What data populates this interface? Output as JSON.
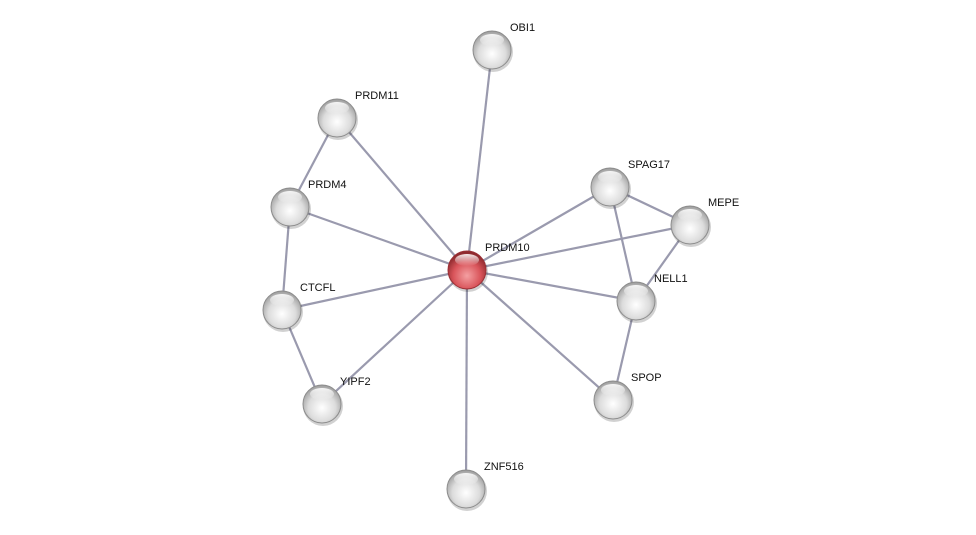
{
  "network": {
    "query_node": "PRDM10",
    "colors": {
      "query": "#d9545a",
      "neighbor": "#d8d8d8",
      "edge": "#9a9aae"
    },
    "nodes": [
      {
        "id": "PRDM10",
        "label": "PRDM10"
      },
      {
        "id": "OBI1",
        "label": "OBI1"
      },
      {
        "id": "PRDM11",
        "label": "PRDM11"
      },
      {
        "id": "PRDM4",
        "label": "PRDM4"
      },
      {
        "id": "CTCFL",
        "label": "CTCFL"
      },
      {
        "id": "YIPF2",
        "label": "YIPF2"
      },
      {
        "id": "ZNF516",
        "label": "ZNF516"
      },
      {
        "id": "SPOP",
        "label": "SPOP"
      },
      {
        "id": "NELL1",
        "label": "NELL1"
      },
      {
        "id": "MEPE",
        "label": "MEPE"
      },
      {
        "id": "SPAG17",
        "label": "SPAG17"
      }
    ],
    "edges": [
      [
        "PRDM10",
        "OBI1"
      ],
      [
        "PRDM10",
        "PRDM11"
      ],
      [
        "PRDM10",
        "PRDM4"
      ],
      [
        "PRDM10",
        "CTCFL"
      ],
      [
        "PRDM10",
        "YIPF2"
      ],
      [
        "PRDM10",
        "ZNF516"
      ],
      [
        "PRDM10",
        "SPOP"
      ],
      [
        "PRDM10",
        "NELL1"
      ],
      [
        "PRDM10",
        "MEPE"
      ],
      [
        "PRDM10",
        "SPAG17"
      ],
      [
        "PRDM11",
        "PRDM4"
      ],
      [
        "PRDM4",
        "CTCFL"
      ],
      [
        "CTCFL",
        "YIPF2"
      ],
      [
        "SPAG17",
        "MEPE"
      ],
      [
        "SPAG17",
        "NELL1"
      ],
      [
        "MEPE",
        "NELL1"
      ],
      [
        "NELL1",
        "SPOP"
      ]
    ]
  }
}
